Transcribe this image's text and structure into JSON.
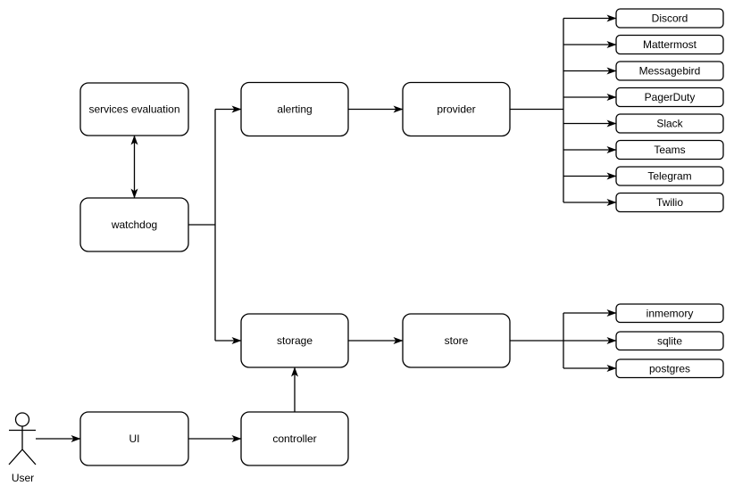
{
  "diagram": {
    "type": "architecture-flowchart",
    "colors": {
      "background": "#ffffff",
      "node_fill": "#ffffff",
      "stroke": "#000000",
      "text": "#000000"
    },
    "nodes": {
      "services_evaluation": "services evaluation",
      "watchdog": "watchdog",
      "alerting": "alerting",
      "provider": "provider",
      "storage": "storage",
      "store": "store",
      "ui": "UI",
      "controller": "controller"
    },
    "providers": [
      "Discord",
      "Mattermost",
      "Messagebird",
      "PagerDuty",
      "Slack",
      "Teams",
      "Telegram",
      "Twilio"
    ],
    "stores": [
      "inmemory",
      "sqlite",
      "postgres"
    ],
    "actor_label": "User",
    "edges": [
      "services_evaluation <-> watchdog",
      "watchdog -> alerting",
      "watchdog -> storage",
      "alerting -> provider",
      "provider -> Discord|Mattermost|Messagebird|PagerDuty|Slack|Teams|Telegram|Twilio",
      "storage -> store",
      "store -> inmemory|sqlite|postgres",
      "User -> UI",
      "UI -> controller",
      "controller -> storage"
    ]
  }
}
